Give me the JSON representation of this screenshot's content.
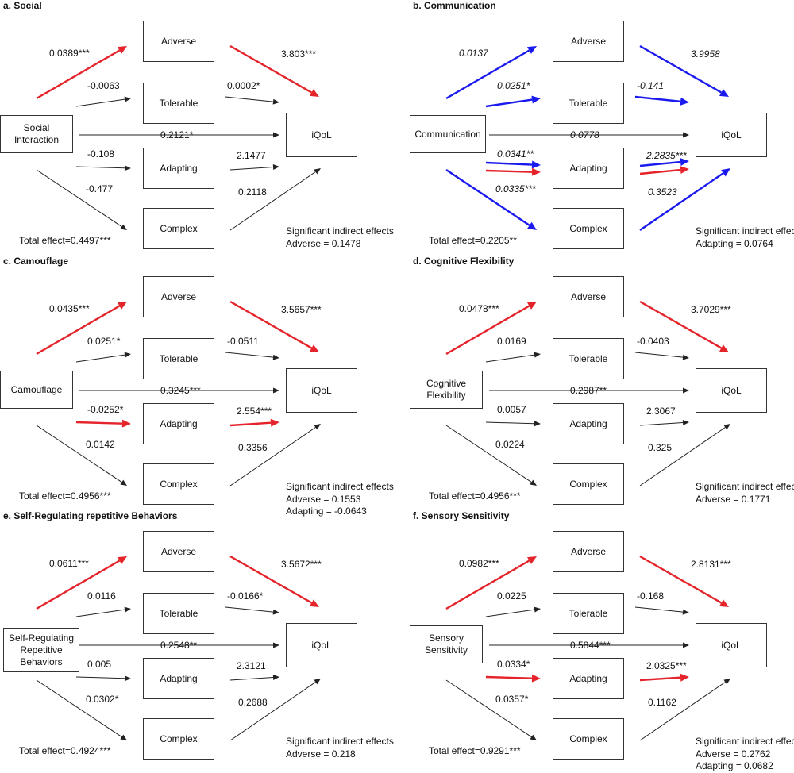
{
  "colors": {
    "significant": "#e5232a",
    "nonsignificant": "#1a1aee",
    "neutral": "#222222"
  },
  "panels": [
    {
      "title": "a. Social",
      "predictor": [
        "Social",
        "Interaction"
      ],
      "mediators": [
        "Adverse",
        "Tolerable",
        "Adapting",
        "Complex"
      ],
      "outcome": "iQoL",
      "a_paths": [
        "0.0389***",
        "-0.0063",
        "-0.108",
        "-0.477"
      ],
      "b_paths": [
        "3.803***",
        "0.0002*",
        "2.1477",
        "0.2118"
      ],
      "direct": "0.2121*",
      "total": "Total effect=0.4497***",
      "indirect_title": "Significant indirect effects",
      "indirect": [
        "Adverse =  0.1478"
      ],
      "a_colors": [
        "red",
        "black",
        "black",
        "black"
      ],
      "b_colors": [
        "red",
        "black",
        "black",
        "black"
      ],
      "adapting_double": false,
      "italic": false
    },
    {
      "title": "b. Communication",
      "predictor": [
        "Communication"
      ],
      "mediators": [
        "Adverse",
        "Tolerable",
        "Adapting",
        "Complex"
      ],
      "outcome": "iQoL",
      "a_paths": [
        "0.0137",
        "0.0251*",
        "0.0341**",
        "0.0335***"
      ],
      "b_paths": [
        "3.9958",
        "-0.141",
        "2.2835***",
        "0.3523"
      ],
      "direct": "0.0778",
      "total": "Total effect=0.2205**",
      "indirect_title": "Significant indirect effects",
      "indirect": [
        "Adapting = 0.0764"
      ],
      "a_colors": [
        "blue",
        "blue",
        "blue",
        "blue"
      ],
      "b_colors": [
        "blue",
        "blue",
        "blue",
        "blue"
      ],
      "adapting_double": true,
      "italic": true
    },
    {
      "title": "c. Camouflage",
      "predictor": [
        "Camouflage"
      ],
      "mediators": [
        "Adverse",
        "Tolerable",
        "Adapting",
        "Complex"
      ],
      "outcome": "iQoL",
      "a_paths": [
        "0.0435***",
        "0.0251*",
        "-0.0252*",
        "0.0142"
      ],
      "b_paths": [
        "3.5657***",
        "-0.0511",
        "2.554***",
        "0.3356"
      ],
      "direct": "0.3245***",
      "total": "Total effect=0.4956***",
      "indirect_title": "Significant indirect effects",
      "indirect": [
        "Adverse = 0.1553",
        "Adapting = -0.0643"
      ],
      "a_colors": [
        "red",
        "black",
        "red",
        "black"
      ],
      "b_colors": [
        "red",
        "black",
        "red",
        "black"
      ],
      "adapting_double": false,
      "italic": false
    },
    {
      "title": "d. Cognitive Flexibility",
      "predictor": [
        "Cognitive",
        "Flexibility"
      ],
      "mediators": [
        "Adverse",
        "Tolerable",
        "Adapting",
        "Complex"
      ],
      "outcome": "iQoL",
      "a_paths": [
        "0.0478***",
        "0.0169",
        "0.0057",
        "0.0224"
      ],
      "b_paths": [
        "3.7029***",
        "-0.0403",
        "2.3067",
        "0.325"
      ],
      "direct": "0.2987**",
      "total": "Total effect=0.4956***",
      "indirect_title": "Significant indirect effects",
      "indirect": [
        "Adverse = 0.1771"
      ],
      "a_colors": [
        "red",
        "black",
        "black",
        "black"
      ],
      "b_colors": [
        "red",
        "black",
        "black",
        "black"
      ],
      "adapting_double": false,
      "italic": false
    },
    {
      "title": "e. Self-Regulating repetitive Behaviors",
      "predictor": [
        "Self-Regulating",
        "Repetitive",
        "Behaviors"
      ],
      "mediators": [
        "Adverse",
        "Tolerable",
        "Adapting",
        "Complex"
      ],
      "outcome": "iQoL",
      "a_paths": [
        "0.0611***",
        "0.0116",
        "0.005",
        "0.0302*"
      ],
      "b_paths": [
        "3.5672***",
        "-0.0166*",
        "2.3121",
        "0.2688"
      ],
      "direct": "0.2548**",
      "total": "Total effect=0.4924***",
      "indirect_title": "Significant indirect effects",
      "indirect": [
        "Adverse = 0.218"
      ],
      "a_colors": [
        "red",
        "black",
        "black",
        "black"
      ],
      "b_colors": [
        "red",
        "black",
        "black",
        "black"
      ],
      "adapting_double": false,
      "italic": false
    },
    {
      "title": "f. Sensory Sensitivity",
      "predictor": [
        "Sensory",
        "Sensitivity"
      ],
      "mediators": [
        "Adverse",
        "Tolerable",
        "Adapting",
        "Complex"
      ],
      "outcome": "iQoL",
      "a_paths": [
        "0.0982***",
        "0.0225",
        "0.0334*",
        "0.0357*"
      ],
      "b_paths": [
        "2.8131***",
        "-0.168",
        "2.0325***",
        "0.1162"
      ],
      "direct": "0.5844***",
      "total": "Total effect=0.9291***",
      "indirect_title": "Significant indirect effects",
      "indirect": [
        "Adverse = 0.2762",
        "Adapting = 0.0682"
      ],
      "a_colors": [
        "red",
        "black",
        "red",
        "black"
      ],
      "b_colors": [
        "red",
        "black",
        "red",
        "black"
      ],
      "adapting_double": false,
      "italic": false
    }
  ]
}
